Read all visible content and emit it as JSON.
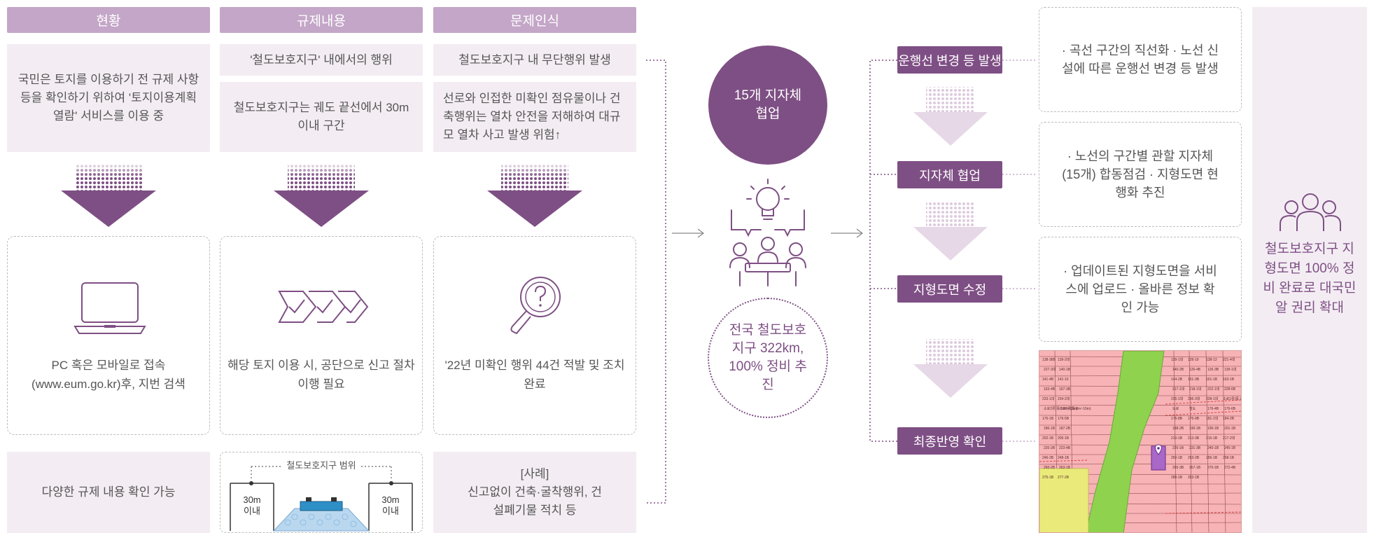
{
  "columns": [
    {
      "header": "현황",
      "top": "국민은 토지를 이용하기 전 규제 사항 등을 확인하기 위하여 '토지이용계획열람' 서비스를 이용 중",
      "label": "PC 혹은 모바일로 접속 (www.eum.go.kr)후, 지번 검색",
      "icon": "laptop-icon",
      "bottom": "다양한 규제 내용 확인 가능"
    },
    {
      "header": "규제내용",
      "top_title": "'철도보호지구' 내에서의 행위",
      "top": "철도보호지구는 궤도 끝선에서 30m 이내 구간",
      "label": "해당 토지 이용 시, 공단으로 신고 절차 이행 필요",
      "icon": "checklist-arrows-icon",
      "bottom_diagram": {
        "range": "철도보호지구 범위",
        "left_top": "30m",
        "left_bot": "이내",
        "right_top": "30m",
        "right_bot": "이내"
      }
    },
    {
      "header": "문제인식",
      "top_title": "철도보호지구 내 무단행위 발생",
      "top": "선로와 인접한 미확인 점유물이나 건축행위는 열차 안전을 저해하여 대규모 열차 사고 발생 위험↑",
      "label": "'22년 미확인 행위 44건 적발 및 조치 완료",
      "icon": "magnifier-question-icon",
      "bottom_title": "[사례]",
      "bottom": "신고없이 건축·굴착행위, 건설폐기물 적치 등"
    }
  ],
  "center": {
    "circle": "15개 지자체 협업",
    "dashed_circle": "전국 철도보호지구 322km, 100% 정비 추진",
    "icon": "lightbulb-meeting-icon"
  },
  "steps": [
    {
      "label": "운행선 변경 등 발생",
      "desc": "· 곡선 구간의 직선화 · 노선 신설에 따른 운행선 변경 등 발생"
    },
    {
      "label": "지자체 협업",
      "desc": "· 노선의 구간별 관할 지자체 (15개) 합동점검 · 지형도면 현행화 추진"
    },
    {
      "label": "지형도면 수정",
      "desc": "· 업데이트된 지형도면을 서비스에 업로드 · 올바른 정보 확인 가능"
    },
    {
      "label": "최종반영 확인",
      "map": "cadastral-map"
    }
  ],
  "map_labels": [
    "138-38B",
    "139-2대",
    "139-1대",
    "139-19",
    "138-13",
    "221-4대",
    "227-3대",
    "140-1B",
    "140-2B",
    "126-4B",
    "126-3B",
    "139-1대",
    "141-4B",
    "141-10",
    "144-2B",
    "151-3B",
    "161-1B",
    "163-1B",
    "163-4B",
    "167-3B",
    "217-1대",
    "218-1대",
    "222-1대",
    "228-6B",
    "233-1대",
    "234-2대",
    "235-1대",
    "236-3대",
    "228-1대",
    "소로1류(폭 20m~25m)",
    "소로2류(폭 10m~12m)",
    "소로3류(폭 8m~10m)",
    "도로",
    "철도",
    "176-4B",
    "176-6B",
    "176-1B",
    "176-5B",
    "176-8B",
    "176-9B",
    "181-1대",
    "184-2B",
    "186-1B",
    "187-2B",
    "188-2B",
    "190-1B",
    "195-1B",
    "201-1B",
    "202-1B",
    "205-1B",
    "210-1B",
    "213-3B",
    "215-1B",
    "217-2대",
    "220-2B",
    "223-4B",
    "226-1B",
    "231-3B",
    "240-1B",
    "245-1B",
    "246-2B",
    "248-1B",
    "250-1B",
    "253-2B",
    "256-1B",
    "258-1B",
    "260-2B",
    "263-1B",
    "265-3B",
    "267-1B",
    "270-1B",
    "272-4B",
    "275-1B",
    "277-2B",
    "280-1B",
    "283-1B"
  ],
  "side": {
    "text": "철도보호지구 지형도면 100% 정비 완료로 대국민 알 권리 확대",
    "icon": "people-group-icon"
  },
  "colors": {
    "header": "#c4a6c8",
    "card": "#f3edf3",
    "accent": "#7e4f84",
    "arrow_light": "#e6d8e6"
  }
}
